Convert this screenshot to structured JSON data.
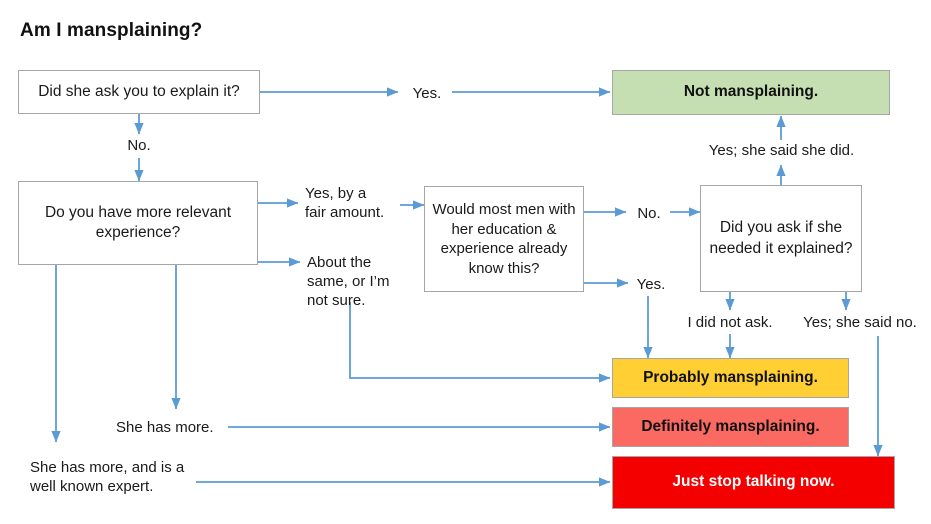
{
  "page": {
    "title": "Am I mansplaining?",
    "background": "#ffffff",
    "arrow_color": "#5b9bd5",
    "box_border": "#a6a6a6"
  },
  "nodes": {
    "q_asked": {
      "text": "Did she ask you to explain it?"
    },
    "q_experience": {
      "text": "Do you have more relevant experience?"
    },
    "q_most_men": {
      "text": "Would most men with her education & experience already know this?"
    },
    "q_needed": {
      "text": "Did you ask if she needed it explained?"
    }
  },
  "outcomes": {
    "not_mansplaining": {
      "text": "Not mansplaining.",
      "fill": "#c5dfb3",
      "text_color": "#111111"
    },
    "probably": {
      "text": "Probably mansplaining.",
      "fill": "#ffcf33",
      "text_color": "#111111"
    },
    "definitely": {
      "text": "Definitely mansplaining.",
      "fill": "#fa6a63",
      "text_color": "#111111"
    },
    "stop": {
      "text": "Just stop talking now.",
      "fill": "#f40000",
      "text_color": "#ffffff"
    }
  },
  "edge_labels": {
    "yes_top": "Yes.",
    "no_top": "No.",
    "yes_fair_amount": "Yes, by a\nfair amount.",
    "about_the_same": "About the\nsame, or I’m\nnot sure.",
    "no_mid": "No.",
    "yes_mid": "Yes.",
    "yes_she_said_she_did": "Yes; she said she did.",
    "i_did_not_ask": "I did not ask.",
    "yes_she_said_no": "Yes; she said no.",
    "she_has_more": "She has more.",
    "she_has_more_expert": "She has more, and is a\nwell known expert."
  }
}
